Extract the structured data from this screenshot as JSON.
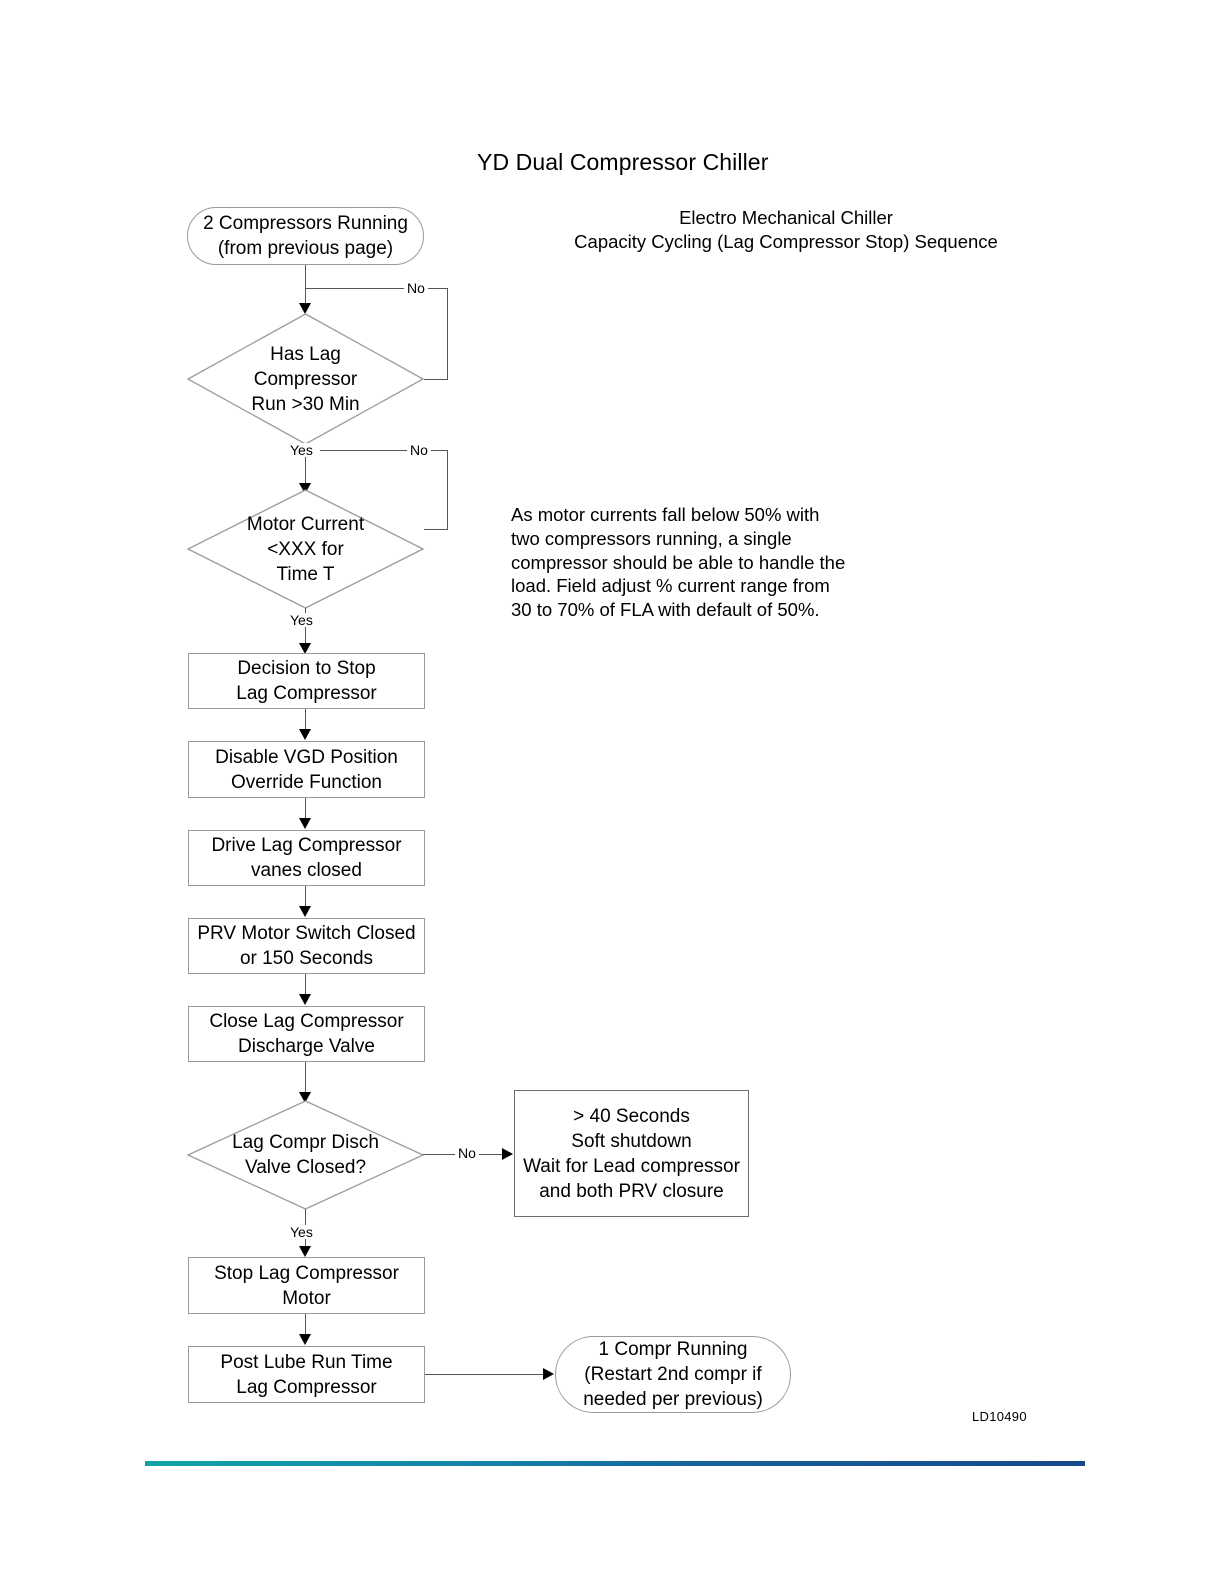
{
  "document": {
    "title": "YD Dual Compressor Chiller",
    "subtitle_line1": "Electro Mechanical Chiller",
    "subtitle_line2": "Capacity Cycling (Lag Compressor Stop) Sequence",
    "footer_code": "LD10490"
  },
  "note": {
    "text": "As motor currents fall below 50% with\ntwo compressors running, a single\ncompressor should be able to handle the\nload.  Field adjust % current range from\n30 to 70% of FLA with default of 50%."
  },
  "flow": {
    "start_terminator": {
      "line1": "2 Compressors Running",
      "line2": "(from previous page)"
    },
    "decision_runtime": {
      "line1": "Has Lag",
      "line2": "Compressor",
      "line3": "Run >30 Min",
      "no_label": "No",
      "yes_label": "Yes"
    },
    "decision_current": {
      "line1": "Motor Current",
      "line2": "<XXX for",
      "line3": "Time T",
      "no_label": "No",
      "yes_label": "Yes"
    },
    "step_decision_stop": {
      "line1": "Decision to Stop",
      "line2": "Lag Compressor"
    },
    "step_disable_vgd": {
      "line1": "Disable VGD Position",
      "line2": "Override Function"
    },
    "step_drive_vanes": {
      "line1": "Drive Lag Compressor",
      "line2": "vanes closed"
    },
    "step_prv_switch": {
      "line1": "PRV Motor Switch Closed",
      "line2": "or 150 Seconds"
    },
    "step_close_discharge": {
      "line1": "Close Lag Compressor",
      "line2": "Discharge Valve"
    },
    "decision_valve_closed": {
      "line1": "Lag Compr Disch",
      "line2": "Valve Closed?",
      "no_label": "No",
      "yes_label": "Yes"
    },
    "box_soft_shutdown": {
      "line1": "> 40 Seconds",
      "line2": "Soft shutdown",
      "line3": "Wait for Lead compressor",
      "line4": "and both PRV closure"
    },
    "step_stop_motor": {
      "line1": "Stop Lag Compressor",
      "line2": "Motor"
    },
    "step_post_lube": {
      "line1": "Post Lube Run Time",
      "line2": "Lag Compressor"
    },
    "end_terminator": {
      "line1": "1 Compr Running",
      "line2": "(Restart 2nd compr if",
      "line3": "needed per previous)"
    }
  },
  "colors": {
    "shape_border": "#9a9a9a",
    "connector": "#555555",
    "rule_start": "#10a5a5",
    "rule_end": "#17488b",
    "text": "#000000"
  }
}
